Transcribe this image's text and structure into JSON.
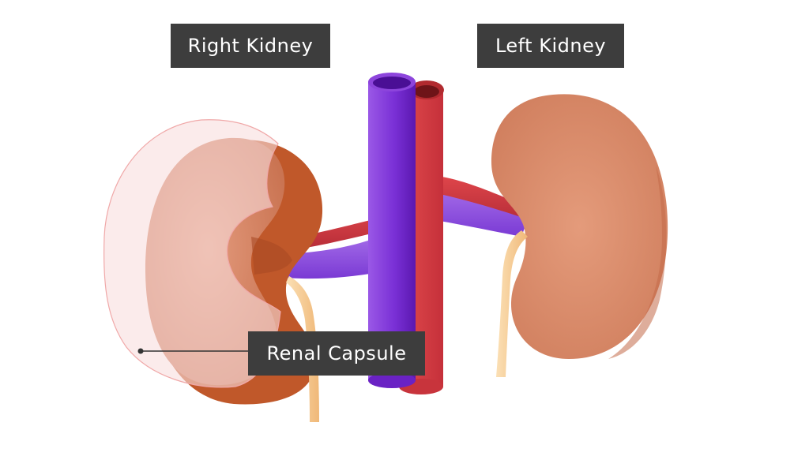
{
  "labels": {
    "right_kidney": "Right Kidney",
    "left_kidney": "Left Kidney",
    "renal_capsule": "Renal Capsule"
  },
  "colors": {
    "kidney_inner": "#e0906f",
    "kidney_outer": "#c0582a",
    "vena_cava": "#7a2fd0",
    "aorta": "#d03a3e",
    "ureter": "#f6c98e",
    "capsule": "#f7d6d6",
    "label_bg": "#3d3d3d"
  }
}
